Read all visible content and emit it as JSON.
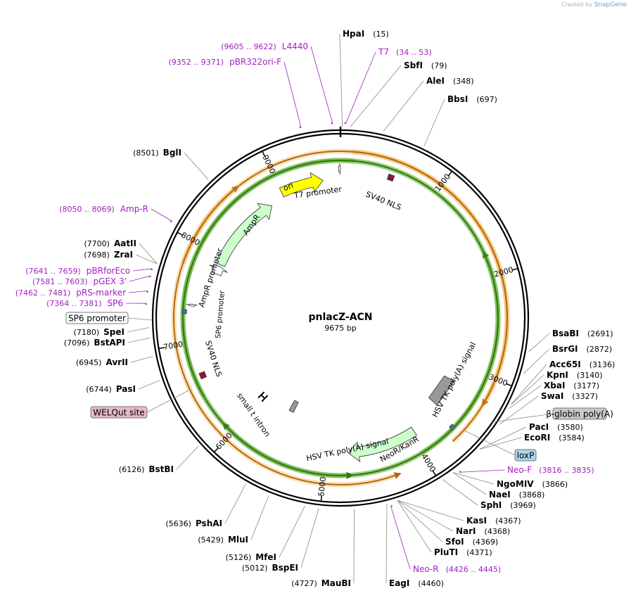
{
  "credit": {
    "prefix": "Created by",
    "brand": "SnapGene"
  },
  "plasmid": {
    "name": "pnlacZ-ACN",
    "length_label": "9675 bp",
    "length": 9675
  },
  "ticks": [
    {
      "bp": 1000,
      "label": "1000"
    },
    {
      "bp": 2000,
      "label": "2000"
    },
    {
      "bp": 3000,
      "label": "3000"
    },
    {
      "bp": 4000,
      "label": "4000"
    },
    {
      "bp": 5000,
      "label": "5000"
    },
    {
      "bp": 6000,
      "label": "6000"
    },
    {
      "bp": 7000,
      "label": "7000"
    },
    {
      "bp": 8000,
      "label": "8000"
    },
    {
      "bp": 9000,
      "label": "9000"
    }
  ],
  "enzymes": [
    {
      "name": "HpaI",
      "pos": "(15)",
      "bp": 15
    },
    {
      "name": "SbfI",
      "pos": "(79)",
      "bp": 79
    },
    {
      "name": "AleI",
      "pos": "(348)",
      "bp": 348
    },
    {
      "name": "BbsI",
      "pos": "(697)",
      "bp": 697
    },
    {
      "name": "BsaBI",
      "pos": "(2691)",
      "bp": 2691
    },
    {
      "name": "BsrGI",
      "pos": "(2872)",
      "bp": 2872
    },
    {
      "name": "Acc65I",
      "pos": "(3136)",
      "bp": 3136
    },
    {
      "name": "KpnI",
      "pos": "(3140)",
      "bp": 3140
    },
    {
      "name": "XbaI",
      "pos": "(3177)",
      "bp": 3177
    },
    {
      "name": "SwaI",
      "pos": "(3327)",
      "bp": 3327
    },
    {
      "name": "PacI",
      "pos": "(3580)",
      "bp": 3580
    },
    {
      "name": "EcoRI",
      "pos": "(3584)",
      "bp": 3584
    },
    {
      "name": "NgoMIV",
      "pos": "(3866)",
      "bp": 3866
    },
    {
      "name": "NaeI",
      "pos": "(3868)",
      "bp": 3868
    },
    {
      "name": "SphI",
      "pos": "(3969)",
      "bp": 3969
    },
    {
      "name": "KasI",
      "pos": "(4367)",
      "bp": 4367
    },
    {
      "name": "NarI",
      "pos": "(4368)",
      "bp": 4368
    },
    {
      "name": "SfoI",
      "pos": "(4369)",
      "bp": 4369
    },
    {
      "name": "PluTI",
      "pos": "(4371)",
      "bp": 4371
    },
    {
      "name": "EagI",
      "pos": "(4460)",
      "bp": 4460
    },
    {
      "name": "MauBI",
      "pos": "(4727)",
      "bp": 4727
    },
    {
      "name": "BspEI",
      "pos": "(5012)",
      "bp": 5012
    },
    {
      "name": "MfeI",
      "pos": "(5126)",
      "bp": 5126
    },
    {
      "name": "MluI",
      "pos": "(5429)",
      "bp": 5429
    },
    {
      "name": "PshAI",
      "pos": "(5636)",
      "bp": 5636
    },
    {
      "name": "BstBI",
      "pos": "(6126)",
      "bp": 6126
    },
    {
      "name": "PasI",
      "pos": "(6744)",
      "bp": 6744
    },
    {
      "name": "AvrII",
      "pos": "(6945)",
      "bp": 6945
    },
    {
      "name": "BstAPI",
      "pos": "(7096)",
      "bp": 7096
    },
    {
      "name": "SpeI",
      "pos": "(7180)",
      "bp": 7180
    },
    {
      "name": "ZraI",
      "pos": "(7698)",
      "bp": 7698
    },
    {
      "name": "AatII",
      "pos": "(7700)",
      "bp": 7700
    },
    {
      "name": "BglI",
      "pos": "(8501)",
      "bp": 8501
    }
  ],
  "primers": [
    {
      "name": "L4440",
      "range": "(9605 .. 9622)",
      "bp": 9613
    },
    {
      "name": "pBR322ori-F",
      "range": "(9352 .. 9371)",
      "bp": 9361
    },
    {
      "name": "T7",
      "range": "(34 .. 53)",
      "bp": 43
    },
    {
      "name": "Amp-R",
      "range": "(8050 .. 8069)",
      "bp": 8060
    },
    {
      "name": "pBRforEco",
      "range": "(7641 .. 7659)",
      "bp": 7650
    },
    {
      "name": "pGEX 3'",
      "range": "(7581 .. 7603)",
      "bp": 7592
    },
    {
      "name": "pRS-marker",
      "range": "(7462 .. 7481)",
      "bp": 7471
    },
    {
      "name": "SP6",
      "range": "(7364 .. 7381)",
      "bp": 7372
    },
    {
      "name": "Neo-F",
      "range": "(3816 .. 3835)",
      "bp": 3825
    },
    {
      "name": "Neo-R",
      "range": "(4426 .. 4445)",
      "bp": 4435
    }
  ],
  "boxed_features": [
    {
      "name": "SP6 promoter",
      "color": "#ffffff"
    },
    {
      "name": "WELQut site",
      "color": "#e6b8c4"
    },
    {
      "name": "β-globin poly(A)",
      "color": "#c8c8c8"
    },
    {
      "name": "loxP",
      "color": "#a8d8e8"
    }
  ],
  "features": [
    {
      "name": "ori",
      "start": 9000,
      "end": 9480,
      "color": "#ffff00",
      "kind": "arrow"
    },
    {
      "name": "AmpR",
      "start": 7900,
      "end": 8830,
      "color": "#ccffcc",
      "kind": "arrow"
    },
    {
      "name": "AmpR promoter",
      "start": 7780,
      "end": 7880,
      "color": "#ffffff",
      "kind": "arrow"
    },
    {
      "name": "T7 promoter",
      "start": 9655,
      "end": 9675,
      "color": "#ffffff",
      "kind": "arrow"
    },
    {
      "name": "SV40 NLS",
      "start": 500,
      "end": 560,
      "color": "#8b1a3a",
      "kind": "box"
    },
    {
      "name": "SV40 NLS",
      "start": 6620,
      "end": 6680,
      "color": "#8b1a3a",
      "kind": "box"
    },
    {
      "name": "NeoR/KanR",
      "start": 3950,
      "end": 4750,
      "color": "#ccffcc",
      "kind": "arrow"
    },
    {
      "name": "small t intron",
      "start": 6000,
      "end": 6070,
      "color": "#000000",
      "kind": "tbar"
    },
    {
      "name": "HSV TK poly(A) signal",
      "start": 5550,
      "end": 5620,
      "color": "#999999",
      "kind": "box"
    },
    {
      "name": "HSV TK poly(A) signal",
      "start": 3200,
      "end": 3550,
      "color": "#999999",
      "kind": "box"
    },
    {
      "name": "loxP",
      "start": 3590,
      "end": 3630,
      "color": "#3a7aa8",
      "kind": "box"
    },
    {
      "name": "loxP",
      "start": 7300,
      "end": 7340,
      "color": "#3a7aa8",
      "kind": "box"
    },
    {
      "name": "SP6 promoter",
      "start": 7380,
      "end": 7400,
      "color": "#ffffff",
      "kind": "arrow"
    }
  ],
  "orfs": [
    {
      "start": 7770,
      "end": 8630,
      "color": "#f5a623",
      "direction": "cw"
    },
    {
      "start": 110,
      "end": 3240,
      "color": "#f5a623",
      "direction": "cw"
    },
    {
      "start": 3700,
      "end": 4300,
      "color": "#f5a623",
      "direction": "ccw"
    },
    {
      "start": 140,
      "end": 1780,
      "color": "#55aa22",
      "direction": "ccw"
    },
    {
      "start": 6450,
      "end": 6100,
      "color": "#55aa22",
      "direction": "cw"
    },
    {
      "start": 4000,
      "end": 4750,
      "color": "#55aa22",
      "direction": "ccw"
    }
  ]
}
